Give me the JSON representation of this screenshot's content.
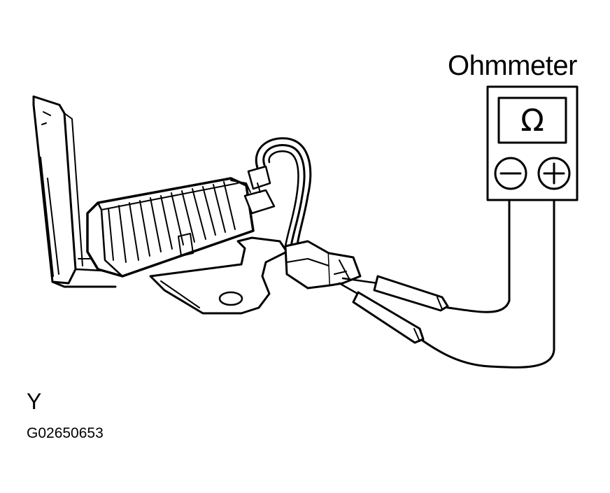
{
  "meter": {
    "label": "Ohmmeter",
    "display_symbol": "Ω",
    "negative_terminal": "−",
    "positive_terminal": "+"
  },
  "view_letter": "Y",
  "figure_code": "G02650653",
  "colors": {
    "ink": "#000000",
    "paper": "#ffffff"
  },
  "icons": {
    "negative_terminal": "minus-circle-icon",
    "positive_terminal": "plus-circle-icon"
  }
}
